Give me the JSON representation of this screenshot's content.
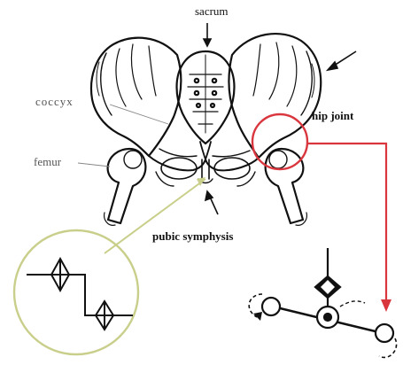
{
  "labels": {
    "sacrum": "sacrum",
    "coccyx": "coccyx",
    "femur": "femur",
    "hip_joint": "hip joint",
    "pubic_symphysis": "pubic symphysis"
  },
  "colors": {
    "line": "#111111",
    "hip_highlight": "#d9363e",
    "symphysis_highlight": "#c9cf8a",
    "label_muted": "#555555"
  },
  "icons": {
    "hip_model": "joint-kinematic-icon",
    "symphysis_model": "spring-link-icon"
  }
}
